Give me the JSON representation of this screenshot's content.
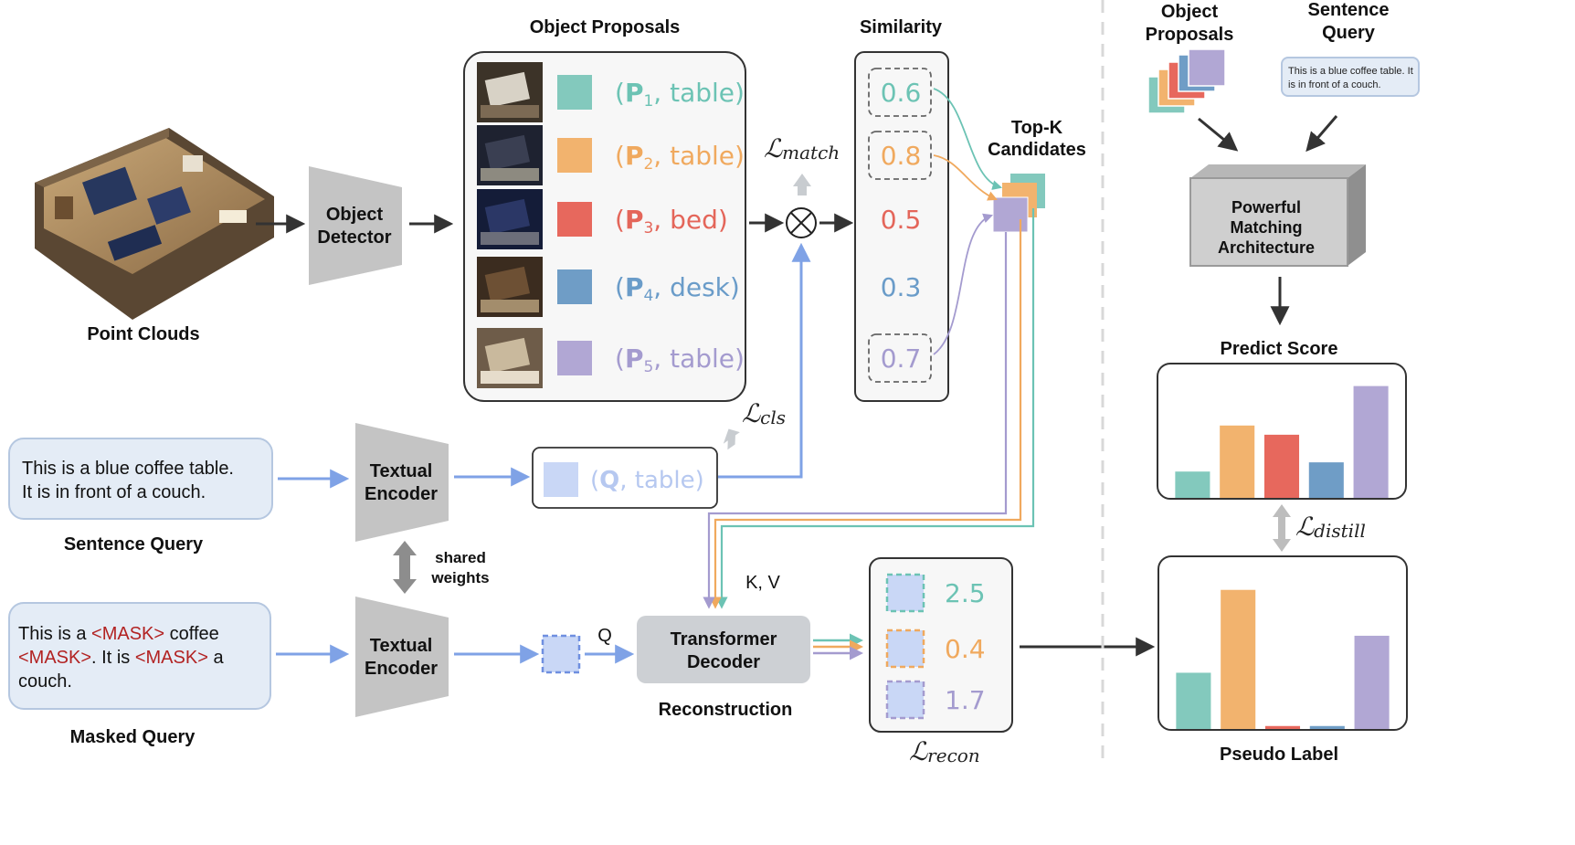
{
  "labels": {
    "point_clouds": "Point Clouds",
    "object_detector": [
      "Object",
      "Detector"
    ],
    "object_proposals": "Object Proposals",
    "similarity": "Similarity",
    "topk": [
      "Top-K",
      "Candidates"
    ],
    "textual_encoder": [
      "Textual",
      "Encoder"
    ],
    "shared_weights": [
      "shared",
      "weights"
    ],
    "sentence_query": "Sentence Query",
    "masked_query": "Masked Query",
    "transformer_decoder": [
      "Transformer",
      "Decoder"
    ],
    "reconstruction": "Reconstruction",
    "kv": "K, V",
    "q": "Q",
    "predict_score": "Predict Score",
    "pseudo_label": "Pseudo Label",
    "right_object_proposals": [
      "Object",
      "Proposals"
    ],
    "right_sentence_query": [
      "Sentence",
      "Query"
    ],
    "matching_arch": [
      "Powerful",
      "Matching",
      "Architecture"
    ]
  },
  "queries": {
    "sentence": [
      "This is a blue coffee table.",
      "It is in front of a couch."
    ],
    "masked": {
      "line1": [
        "This is a ",
        "<MASK>",
        " coffee"
      ],
      "line2": [
        "<MASK>",
        ". It is ",
        "<MASK>",
        " a"
      ],
      "line3": "couch."
    },
    "small": [
      "This is a blue coffee table. It",
      "is in front of a couch."
    ]
  },
  "losses": {
    "match": {
      "sym": "ℒ",
      "sub": "match"
    },
    "cls": {
      "sym": "ℒ",
      "sub": "cls"
    },
    "recon": {
      "sym": "ℒ",
      "sub": "recon"
    },
    "distill": {
      "sym": "ℒ",
      "sub": "distill"
    }
  },
  "proposals": [
    {
      "id": "P",
      "idx": "1",
      "label": "table",
      "color": "#6cc3b4",
      "square": "#83c9bd"
    },
    {
      "id": "P",
      "idx": "2",
      "label": "table",
      "color": "#f0a95e",
      "square": "#f2b36e"
    },
    {
      "id": "P",
      "idx": "3",
      "label": "bed",
      "color": "#e4665a",
      "square": "#e7685d"
    },
    {
      "id": "P",
      "idx": "4",
      "label": "desk",
      "color": "#6a9cc9",
      "square": "#6f9dc6"
    },
    {
      "id": "P",
      "idx": "5",
      "label": "table",
      "color": "#a49bcf",
      "square": "#b1a7d4"
    }
  ],
  "query_token": {
    "id": "Q",
    "label": "table",
    "color": "#b6c8f0",
    "square": "#c9d7f6"
  },
  "similarity": [
    {
      "value": "0.6",
      "dashed": true
    },
    {
      "value": "0.8",
      "dashed": true
    },
    {
      "value": "0.5",
      "dashed": false
    },
    {
      "value": "0.3",
      "dashed": false
    },
    {
      "value": "0.7",
      "dashed": true
    }
  ],
  "recon_scores": [
    {
      "value": "2.5",
      "color": "#6cc3b4"
    },
    {
      "value": "0.4",
      "color": "#f0a95e"
    },
    {
      "value": "1.7",
      "color": "#a49bcf"
    }
  ],
  "chart_data": [
    {
      "type": "bar",
      "title": "Predict Score",
      "categories": [
        "",
        "",
        "",
        "",
        ""
      ],
      "values": [
        0.2,
        0.55,
        0.48,
        0.27,
        0.85
      ],
      "colors": [
        "#83c9bd",
        "#f2b36e",
        "#e7685d",
        "#6f9dc6",
        "#b1a7d4"
      ],
      "ylim": [
        0,
        1
      ]
    },
    {
      "type": "bar",
      "title": "Pseudo Label",
      "categories": [
        "",
        "",
        "",
        "",
        ""
      ],
      "values": [
        0.38,
        0.94,
        0.02,
        0.02,
        0.63
      ],
      "colors": [
        "#83c9bd",
        "#f2b36e",
        "#e7685d",
        "#6f9dc6",
        "#b1a7d4"
      ],
      "ylim": [
        0,
        1
      ]
    }
  ]
}
